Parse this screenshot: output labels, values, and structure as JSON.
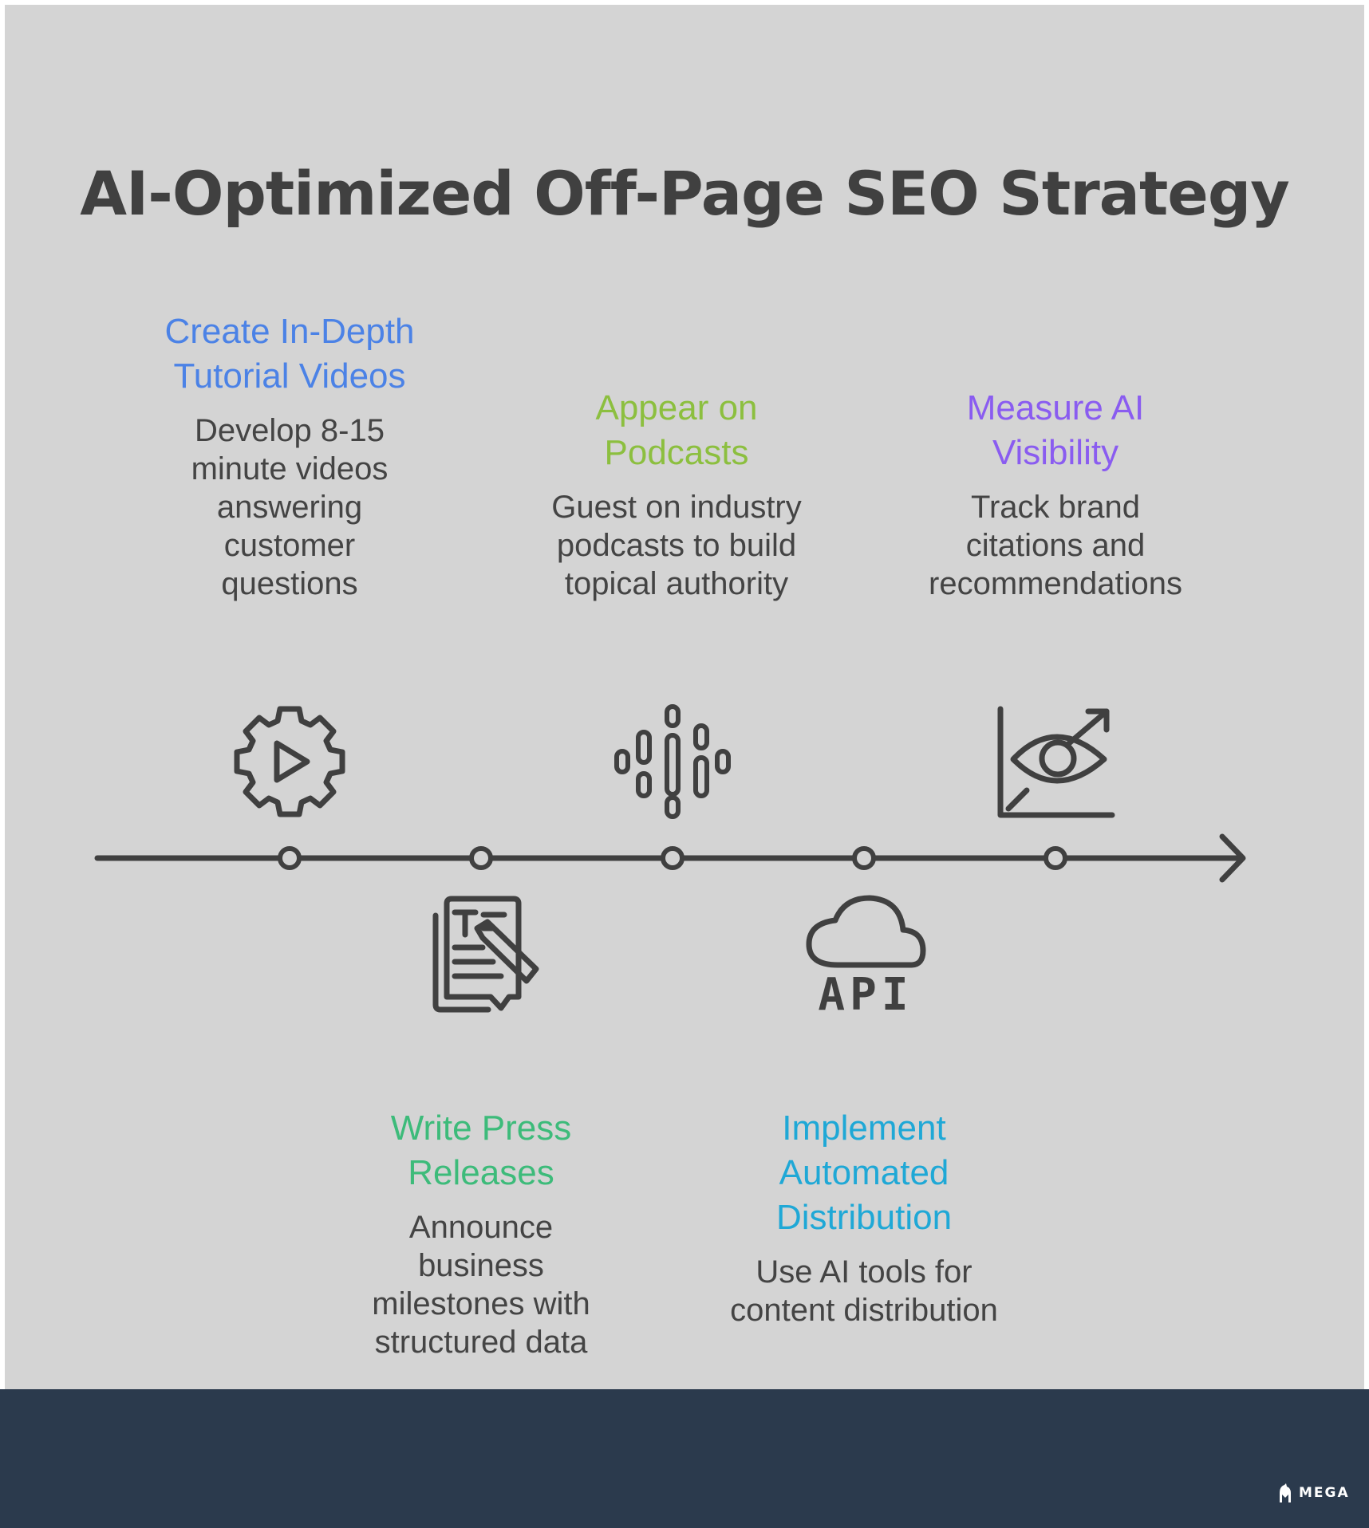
{
  "title": "AI-Optimized Off-Page SEO Strategy",
  "colors": {
    "background": "#d4d4d4",
    "footer": "#2b3a4d",
    "line": "#404040",
    "text": "#444444"
  },
  "steps": [
    {
      "heading_lines": [
        "Create In-Depth",
        "Tutorial Videos"
      ],
      "description_lines": [
        "Develop 8-15",
        "minute videos",
        "answering",
        "customer",
        "questions"
      ],
      "color": "#4b82e6",
      "icon": "gear-play-icon",
      "position": "above"
    },
    {
      "heading_lines": [
        "Write Press",
        "Releases"
      ],
      "description_lines": [
        "Announce",
        "business",
        "milestones with",
        "structured data"
      ],
      "color": "#3dbb7a",
      "icon": "document-edit-icon",
      "position": "below"
    },
    {
      "heading_lines": [
        "Appear on",
        "Podcasts"
      ],
      "description_lines": [
        "Guest on industry",
        "podcasts to build",
        "topical authority"
      ],
      "color": "#8cbf3f",
      "icon": "podcast-icon",
      "position": "above"
    },
    {
      "heading_lines": [
        "Implement",
        "Automated",
        "Distribution"
      ],
      "description_lines": [
        "Use AI tools for",
        "content distribution"
      ],
      "color": "#1fa8d6",
      "icon": "cloud-api-icon",
      "position": "below"
    },
    {
      "heading_lines": [
        "Measure AI",
        "Visibility"
      ],
      "description_lines": [
        "Track brand",
        "citations and",
        "recommendations"
      ],
      "color": "#8a5cf0",
      "icon": "eye-chart-icon",
      "position": "above"
    }
  ],
  "icon_api_text": "API",
  "brand": {
    "name": "MEGA",
    "icon": "mega-logo-icon"
  }
}
